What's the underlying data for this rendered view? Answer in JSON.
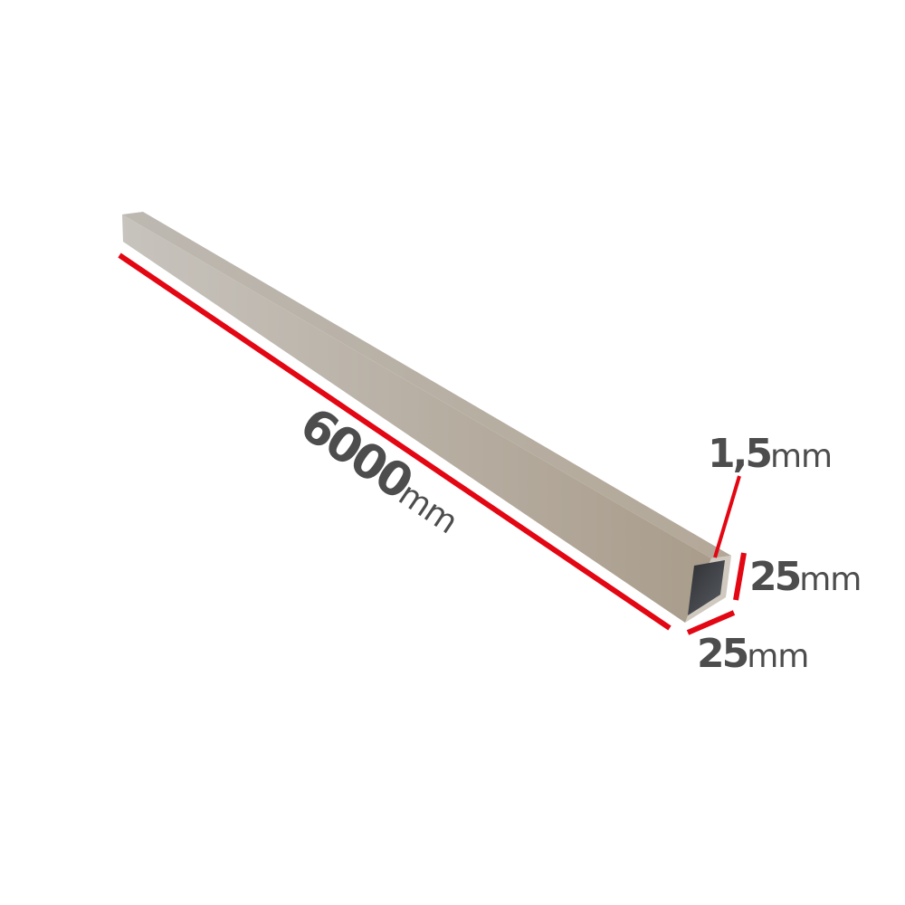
{
  "product": "square tube profile",
  "colors": {
    "dimension_line": "#e30613",
    "label_text": "#4d4d4d",
    "tube_top": "#b9b2a8",
    "tube_side": "#a89c8c",
    "tube_inner": "#3a3c40"
  },
  "dimensions": {
    "length": {
      "value": "6000",
      "unit": "mm"
    },
    "wall_thickness": {
      "value": "1,5",
      "unit": "mm"
    },
    "height": {
      "value": "25",
      "unit": "mm"
    },
    "width": {
      "value": "25",
      "unit": "mm"
    }
  }
}
